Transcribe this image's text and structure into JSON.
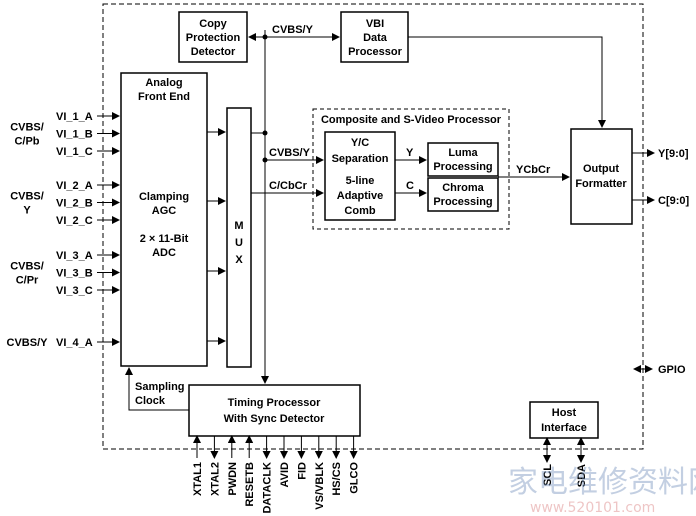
{
  "blocks": {
    "copy_protection": [
      "Copy",
      "Protection",
      "Detector"
    ],
    "vbi": [
      "VBI",
      "Data",
      "Processor"
    ],
    "afe": [
      "Analog",
      "Front End"
    ],
    "afe_body": [
      "Clamping",
      "AGC",
      "2 × 11-Bit",
      "ADC"
    ],
    "mux": [
      "M",
      "U",
      "X"
    ],
    "composite_title": "Composite and S-Video Processor",
    "yc_sep": [
      "Y/C",
      "Separation",
      "5-line",
      "Adaptive",
      "Comb"
    ],
    "luma": [
      "Luma",
      "Processing"
    ],
    "chroma": [
      "Chroma",
      "Processing"
    ],
    "output_formatter": [
      "Output",
      "Formatter"
    ],
    "timing": [
      "Timing Processor",
      "With Sync Detector"
    ],
    "host": [
      "Host",
      "Interface"
    ]
  },
  "signals": {
    "cvbs_y_top": "CVBS/Y",
    "cvbs_y_mid": "CVBS/Y",
    "c_cbcr": "C/CbCr",
    "y": "Y",
    "c": "C",
    "ycbcr": "YCbCr",
    "y_out": "Y[9:0]",
    "c_out": "C[9:0]",
    "gpio": "GPIO",
    "sampling_clock": [
      "Sampling",
      "Clock"
    ]
  },
  "input_groups": [
    {
      "label": [
        "CVBS/",
        "C/Pb"
      ],
      "pins": [
        "VI_1_A",
        "VI_1_B",
        "VI_1_C"
      ]
    },
    {
      "label": [
        "CVBS/",
        "Y"
      ],
      "pins": [
        "VI_2_A",
        "VI_2_B",
        "VI_2_C"
      ]
    },
    {
      "label": [
        "CVBS/",
        "C/Pr"
      ],
      "pins": [
        "VI_3_A",
        "VI_3_B",
        "VI_3_C"
      ]
    },
    {
      "label": [
        "CVBS/Y"
      ],
      "pins": [
        "VI_4_A"
      ]
    }
  ],
  "bottom_pins": [
    "XTAL1",
    "XTAL2",
    "PWDN",
    "RESETB",
    "DATACLK",
    "AVID",
    "FID",
    "VS/VBLK",
    "HS/CS",
    "GLCO"
  ],
  "host_pins": [
    "SCL",
    "SDA"
  ],
  "watermark": {
    "cn": "家电维修资料网",
    "url": "www.520101.com"
  }
}
